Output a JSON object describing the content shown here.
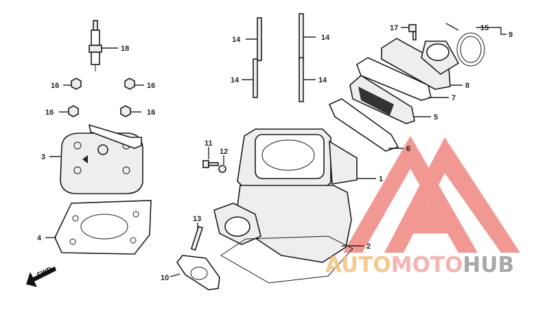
{
  "callouts": {
    "c1": "1",
    "c2": "2",
    "c3": "3",
    "c4": "4",
    "c5": "5",
    "c6": "6",
    "c7": "7",
    "c8": "8",
    "c9": "9",
    "c10": "10",
    "c11": "11",
    "c12": "12",
    "c13": "13",
    "c14a": "14",
    "c14b": "14",
    "c14c": "14",
    "c14d": "14",
    "c15": "15",
    "c16a": "16",
    "c16b": "16",
    "c16c": "16",
    "c16d": "16",
    "c17": "17",
    "c18": "18"
  },
  "direction_label": "FWD",
  "watermark": {
    "part1": "AUTO",
    "part2": "MOTO",
    "part3": "HUB"
  },
  "colors": {
    "logo_red": "#e9453b",
    "logo_orange": "#f29a2e",
    "logo_gray": "#8c8c8c"
  }
}
